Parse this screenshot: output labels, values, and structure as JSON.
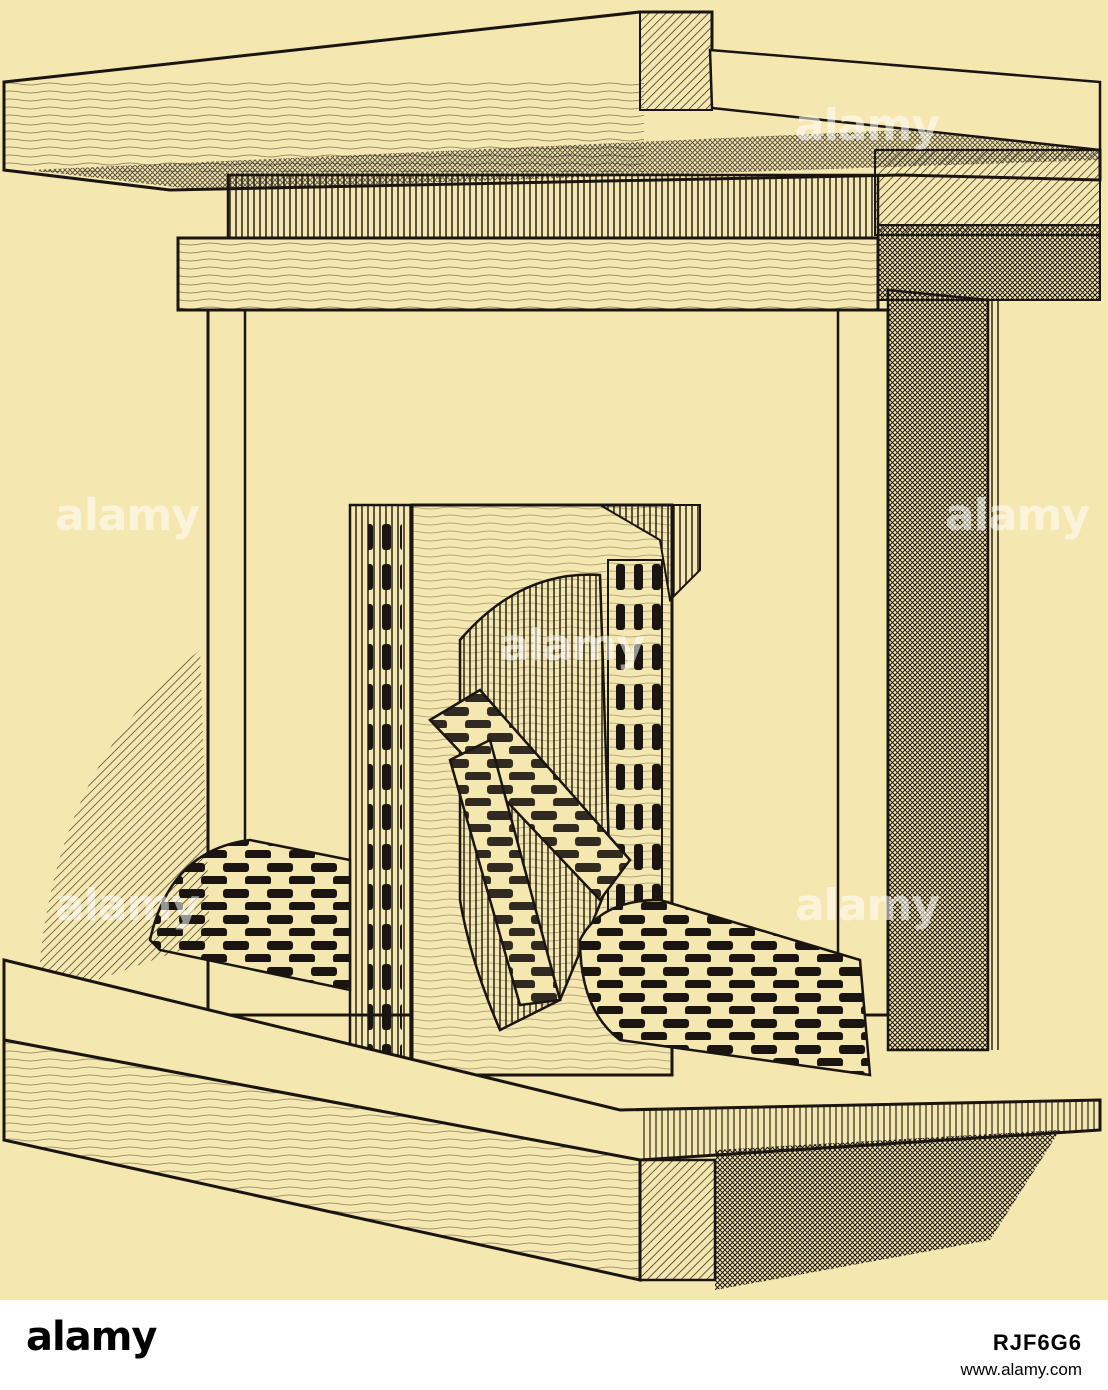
{
  "footer": {
    "brand_part1": "alamy",
    "brand_part2": "",
    "image_code": "RJF6G6",
    "site": "www.alamy.com",
    "id_text": ""
  },
  "watermark": "alamy",
  "colors": {
    "paper": "#f5e7b0",
    "ink": "#1a1510",
    "footer_bg": "#ffffff"
  }
}
